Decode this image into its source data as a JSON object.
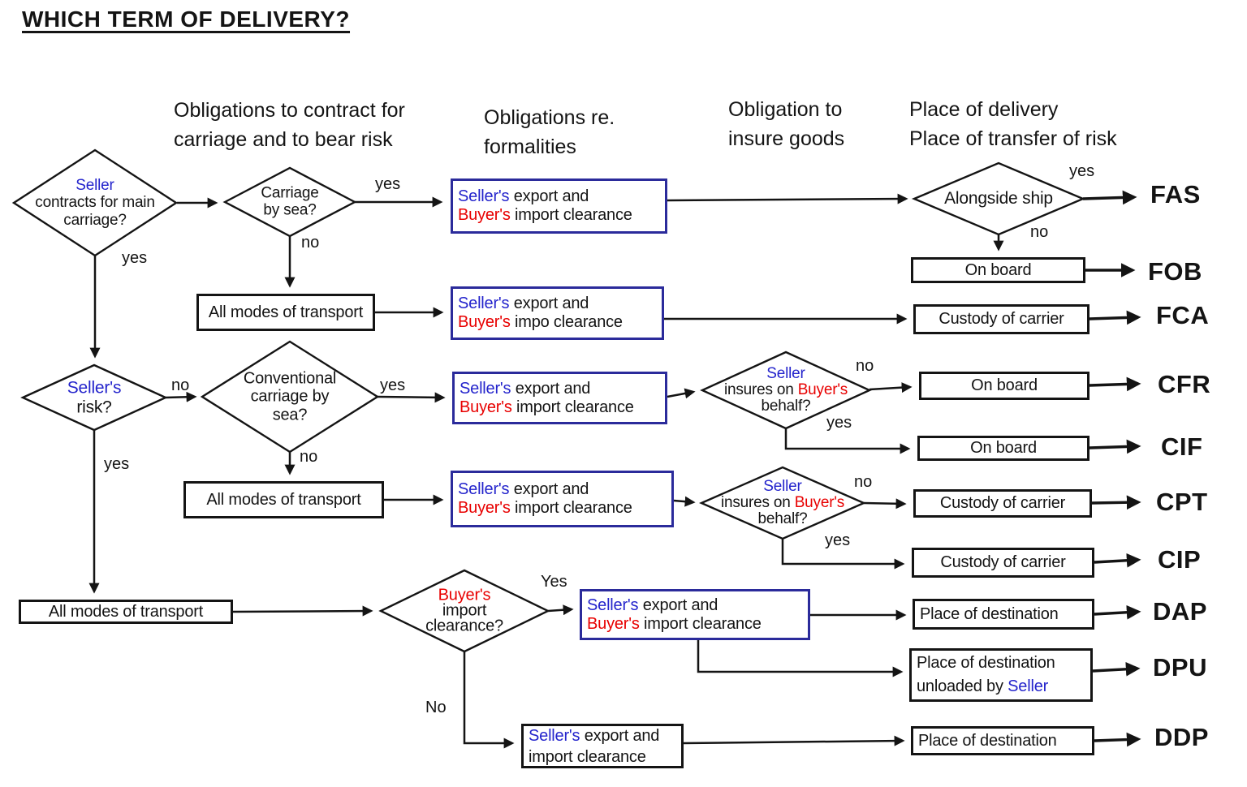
{
  "title": "WHICH TERM OF DELIVERY?",
  "colors": {
    "seller_blue": "#2424CC",
    "buyer_red": "#E80000",
    "text_black": "#141414",
    "blue_box_border": "#2B2B9B"
  },
  "headers": {
    "carriage_risk": {
      "line1": "Obligations to contract for",
      "line2": "carriage and to bear risk"
    },
    "formalities": {
      "line1": "Obligations re.",
      "line2": "formalities"
    },
    "insurance": {
      "line1": "Obligation to",
      "line2": "insure goods"
    },
    "delivery": {
      "line1": "Place of delivery",
      "line2": "Place of transfer of risk"
    }
  },
  "decisions": {
    "main_carriage": {
      "lines": [
        [
          {
            "t": "Seller",
            "c": "#2424CC"
          }
        ],
        [
          {
            "t": "contracts for main",
            "c": "#141414"
          }
        ],
        [
          {
            "t": "carriage?",
            "c": "#141414"
          }
        ]
      ]
    },
    "carriage_by_sea": {
      "lines": [
        [
          {
            "t": "Carriage",
            "c": "#141414"
          }
        ],
        [
          {
            "t": "by sea?",
            "c": "#141414"
          }
        ]
      ]
    },
    "alongside_ship": {
      "lines": [
        [
          {
            "t": "Alongside ship",
            "c": "#141414"
          }
        ]
      ]
    },
    "sellers_risk": {
      "lines": [
        [
          {
            "t": "Seller's",
            "c": "#2424CC"
          }
        ],
        [
          {
            "t": "risk?",
            "c": "#141414"
          }
        ]
      ]
    },
    "conventional": {
      "lines": [
        [
          {
            "t": "Conventional",
            "c": "#141414"
          }
        ],
        [
          {
            "t": "carriage by",
            "c": "#141414"
          }
        ],
        [
          {
            "t": "sea?",
            "c": "#141414"
          }
        ]
      ]
    },
    "insure_cfr_cif": {
      "lines": [
        [
          {
            "t": "Seller",
            "c": "#2424CC"
          }
        ],
        [
          {
            "t": "insures on ",
            "c": "#141414"
          },
          {
            "t": "Buyer's",
            "c": "#E80000"
          }
        ],
        [
          {
            "t": "behalf?",
            "c": "#141414"
          }
        ]
      ]
    },
    "insure_cpt_cip": {
      "lines": [
        [
          {
            "t": "Seller",
            "c": "#2424CC"
          }
        ],
        [
          {
            "t": "insures on ",
            "c": "#141414"
          },
          {
            "t": "Buyer's",
            "c": "#E80000"
          }
        ],
        [
          {
            "t": "behalf?",
            "c": "#141414"
          }
        ]
      ]
    },
    "buyers_import": {
      "lines": [
        [
          {
            "t": "Buyer's",
            "c": "#E80000"
          }
        ],
        [
          {
            "t": "import",
            "c": "#141414"
          }
        ],
        [
          {
            "t": "clearance?",
            "c": "#141414"
          }
        ]
      ]
    }
  },
  "boxes": {
    "clearance_fas": {
      "lines": [
        [
          {
            "t": "Seller's",
            "c": "#2424CC"
          },
          {
            "t": " export and",
            "c": "#141414"
          }
        ],
        [
          {
            "t": "Buyer's",
            "c": "#E80000"
          },
          {
            "t": " import clearance",
            "c": "#141414"
          }
        ]
      ]
    },
    "clearance_fca": {
      "lines": [
        [
          {
            "t": "Seller's",
            "c": "#2424CC"
          },
          {
            "t": " export and",
            "c": "#141414"
          }
        ],
        [
          {
            "t": "Buyer's",
            "c": "#E80000"
          },
          {
            "t": " impo clearance",
            "c": "#141414"
          }
        ]
      ]
    },
    "clearance_cfr": {
      "lines": [
        [
          {
            "t": "Seller's",
            "c": "#2424CC"
          },
          {
            "t": " export and",
            "c": "#141414"
          }
        ],
        [
          {
            "t": "Buyer's",
            "c": "#E80000"
          },
          {
            "t": " import clearance",
            "c": "#141414"
          }
        ]
      ]
    },
    "clearance_cpt": {
      "lines": [
        [
          {
            "t": "Seller's",
            "c": "#2424CC"
          },
          {
            "t": " export and",
            "c": "#141414"
          }
        ],
        [
          {
            "t": "Buyer's",
            "c": "#E80000"
          },
          {
            "t": " import clearance",
            "c": "#141414"
          }
        ]
      ]
    },
    "clearance_dap": {
      "lines": [
        [
          {
            "t": "Seller's",
            "c": "#2424CC"
          },
          {
            "t": " export and",
            "c": "#141414"
          }
        ],
        [
          {
            "t": "Buyer's",
            "c": "#E80000"
          },
          {
            "t": " import  clearance",
            "c": "#141414"
          }
        ]
      ]
    },
    "clearance_ddp": {
      "lines": [
        [
          {
            "t": "Seller's",
            "c": "#2424CC"
          },
          {
            "t": " export and",
            "c": "#141414"
          }
        ],
        [
          {
            "t": "import clearance",
            "c": "#141414"
          }
        ]
      ]
    },
    "all_modes_1": {
      "lines": [
        [
          {
            "t": "All modes of transport",
            "c": "#141414"
          }
        ]
      ]
    },
    "all_modes_2": {
      "lines": [
        [
          {
            "t": "All modes of transport",
            "c": "#141414"
          }
        ]
      ]
    },
    "all_modes_3": {
      "lines": [
        [
          {
            "t": "All modes of transport",
            "c": "#141414"
          }
        ]
      ]
    },
    "on_board_fob": {
      "lines": [
        [
          {
            "t": "On board",
            "c": "#141414"
          }
        ]
      ]
    },
    "on_board_cfr": {
      "lines": [
        [
          {
            "t": "On board",
            "c": "#141414"
          }
        ]
      ]
    },
    "on_board_cif": {
      "lines": [
        [
          {
            "t": "On board",
            "c": "#141414"
          }
        ]
      ]
    },
    "custody_fca": {
      "lines": [
        [
          {
            "t": "Custody of carrier",
            "c": "#141414"
          }
        ]
      ]
    },
    "custody_cpt": {
      "lines": [
        [
          {
            "t": "Custody of carrier",
            "c": "#141414"
          }
        ]
      ]
    },
    "custody_cip": {
      "lines": [
        [
          {
            "t": "Custody of carrier",
            "c": "#141414"
          }
        ]
      ]
    },
    "place_dap": {
      "lines": [
        [
          {
            "t": "Place of destination",
            "c": "#141414"
          }
        ]
      ]
    },
    "place_dpu": {
      "lines": [
        [
          {
            "t": "Place of destination",
            "c": "#141414"
          }
        ],
        [
          {
            "t": "unloaded by ",
            "c": "#141414"
          },
          {
            "t": "Seller",
            "c": "#2424CC"
          }
        ]
      ]
    },
    "place_ddp": {
      "lines": [
        [
          {
            "t": "Place of destination",
            "c": "#141414"
          }
        ]
      ]
    }
  },
  "labels": {
    "main_carriage_yes": "yes",
    "carriage_sea_yes": "yes",
    "carriage_sea_no": "no",
    "alongside_yes": "yes",
    "alongside_no": "no",
    "sellers_risk_no": "no",
    "sellers_risk_yes": "yes",
    "conventional_yes": "yes",
    "conventional_no": "no",
    "insure1_no": "no",
    "insure1_yes": "yes",
    "insure2_no": "no",
    "insure2_yes": "yes",
    "import_yes": "Yes",
    "import_no": "No"
  },
  "terms": {
    "fas": "FAS",
    "fob": "FOB",
    "fca": "FCA",
    "cfr": "CFR",
    "cif": "CIF",
    "cpt": "CPT",
    "cip": "CIP",
    "dap": "DAP",
    "dpu": "DPU",
    "ddp": "DDP"
  }
}
